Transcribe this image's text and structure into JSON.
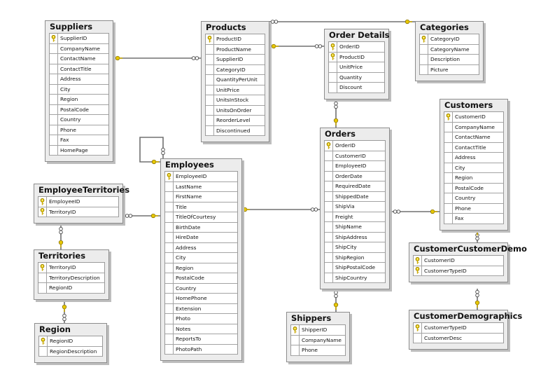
{
  "tables": [
    {
      "id": "suppliers",
      "title": "Suppliers",
      "columns": [
        {
          "name": "SupplierID",
          "pk": true
        },
        {
          "name": "CompanyName"
        },
        {
          "name": "ContactName"
        },
        {
          "name": "ContactTitle"
        },
        {
          "name": "Address"
        },
        {
          "name": "City"
        },
        {
          "name": "Region"
        },
        {
          "name": "PostalCode"
        },
        {
          "name": "Country"
        },
        {
          "name": "Phone"
        },
        {
          "name": "Fax"
        },
        {
          "name": "HomePage"
        }
      ]
    },
    {
      "id": "products",
      "title": "Products",
      "columns": [
        {
          "name": "ProductID",
          "pk": true
        },
        {
          "name": "ProductName"
        },
        {
          "name": "SupplierID"
        },
        {
          "name": "CategoryID"
        },
        {
          "name": "QuantityPerUnit"
        },
        {
          "name": "UnitPrice"
        },
        {
          "name": "UnitsInStock"
        },
        {
          "name": "UnitsOnOrder"
        },
        {
          "name": "ReorderLevel"
        },
        {
          "name": "Discontinued"
        }
      ]
    },
    {
      "id": "orderdetails",
      "title": "Order Details",
      "columns": [
        {
          "name": "OrderID",
          "pk": true
        },
        {
          "name": "ProductID",
          "pk": true
        },
        {
          "name": "UnitPrice"
        },
        {
          "name": "Quantity"
        },
        {
          "name": "Discount"
        }
      ]
    },
    {
      "id": "categories",
      "title": "Categories",
      "columns": [
        {
          "name": "CategoryID",
          "pk": true
        },
        {
          "name": "CategoryName"
        },
        {
          "name": "Description"
        },
        {
          "name": "Picture"
        }
      ]
    },
    {
      "id": "customers",
      "title": "Customers",
      "columns": [
        {
          "name": "CustomerID",
          "pk": true
        },
        {
          "name": "CompanyName"
        },
        {
          "name": "ContactName"
        },
        {
          "name": "ContactTitle"
        },
        {
          "name": "Address"
        },
        {
          "name": "City"
        },
        {
          "name": "Region"
        },
        {
          "name": "PostalCode"
        },
        {
          "name": "Country"
        },
        {
          "name": "Phone"
        },
        {
          "name": "Fax"
        }
      ]
    },
    {
      "id": "orders",
      "title": "Orders",
      "columns": [
        {
          "name": "OrderID",
          "pk": true
        },
        {
          "name": "CustomerID"
        },
        {
          "name": "EmployeeID"
        },
        {
          "name": "OrderDate"
        },
        {
          "name": "RequiredDate"
        },
        {
          "name": "ShippedDate"
        },
        {
          "name": "ShipVia"
        },
        {
          "name": "Freight"
        },
        {
          "name": "ShipName"
        },
        {
          "name": "ShipAddress"
        },
        {
          "name": "ShipCity"
        },
        {
          "name": "ShipRegion"
        },
        {
          "name": "ShipPostalCode"
        },
        {
          "name": "ShipCountry"
        }
      ]
    },
    {
      "id": "employees",
      "title": "Employees",
      "columns": [
        {
          "name": "EmployeeID",
          "pk": true
        },
        {
          "name": "LastName"
        },
        {
          "name": "FirstName"
        },
        {
          "name": "Title"
        },
        {
          "name": "TitleOfCourtesy"
        },
        {
          "name": "BirthDate"
        },
        {
          "name": "HireDate"
        },
        {
          "name": "Address"
        },
        {
          "name": "City"
        },
        {
          "name": "Region"
        },
        {
          "name": "PostalCode"
        },
        {
          "name": "Country"
        },
        {
          "name": "HomePhone"
        },
        {
          "name": "Extension"
        },
        {
          "name": "Photo"
        },
        {
          "name": "Notes"
        },
        {
          "name": "ReportsTo"
        },
        {
          "name": "PhotoPath"
        }
      ]
    },
    {
      "id": "employeeterritories",
      "title": "EmployeeTerritories",
      "columns": [
        {
          "name": "EmployeeID",
          "pk": true
        },
        {
          "name": "TerritoryID",
          "pk": true
        }
      ]
    },
    {
      "id": "territories",
      "title": "Territories",
      "columns": [
        {
          "name": "TerritoryID",
          "pk": true
        },
        {
          "name": "TerritoryDescription"
        },
        {
          "name": "RegionID"
        }
      ]
    },
    {
      "id": "region",
      "title": "Region",
      "columns": [
        {
          "name": "RegionID",
          "pk": true
        },
        {
          "name": "RegionDescription"
        }
      ]
    },
    {
      "id": "shippers",
      "title": "Shippers",
      "columns": [
        {
          "name": "ShipperID",
          "pk": true
        },
        {
          "name": "CompanyName"
        },
        {
          "name": "Phone"
        }
      ]
    },
    {
      "id": "customercustomerdemo",
      "title": "CustomerCustomerDemo",
      "columns": [
        {
          "name": "CustomerID",
          "pk": true
        },
        {
          "name": "CustomerTypeID",
          "pk": true
        }
      ]
    },
    {
      "id": "customerdemographics",
      "title": "CustomerDemographics",
      "columns": [
        {
          "name": "CustomerTypeID",
          "pk": true
        },
        {
          "name": "CustomerDesc"
        }
      ]
    }
  ],
  "relationships": [
    {
      "id": "suppliers-products",
      "one": "suppliers",
      "many": "products"
    },
    {
      "id": "categories-products",
      "one": "categories",
      "many": "products"
    },
    {
      "id": "products-orderdetails",
      "one": "products",
      "many": "orderdetails"
    },
    {
      "id": "orders-orderdetails",
      "one": "orders",
      "many": "orderdetails"
    },
    {
      "id": "customers-orders",
      "one": "customers",
      "many": "orders"
    },
    {
      "id": "employees-orders",
      "one": "employees",
      "many": "orders"
    },
    {
      "id": "shippers-orders",
      "one": "shippers",
      "many": "orders"
    },
    {
      "id": "employees-self",
      "one": "employees",
      "many": "employees"
    },
    {
      "id": "employees-employeeterritories",
      "one": "employees",
      "many": "employeeterritories"
    },
    {
      "id": "territories-employeeterritories",
      "one": "territories",
      "many": "employeeterritories"
    },
    {
      "id": "region-territories",
      "one": "region",
      "many": "territories"
    },
    {
      "id": "customers-customercustomerdemo",
      "one": "customers",
      "many": "customercustomerdemo"
    },
    {
      "id": "customerdemographics-customercustomerdemo",
      "one": "customerdemographics",
      "many": "customercustomerdemo"
    }
  ],
  "colors": {
    "key": "#e6c700",
    "line": "#707070",
    "table_bg": "#ececec"
  }
}
